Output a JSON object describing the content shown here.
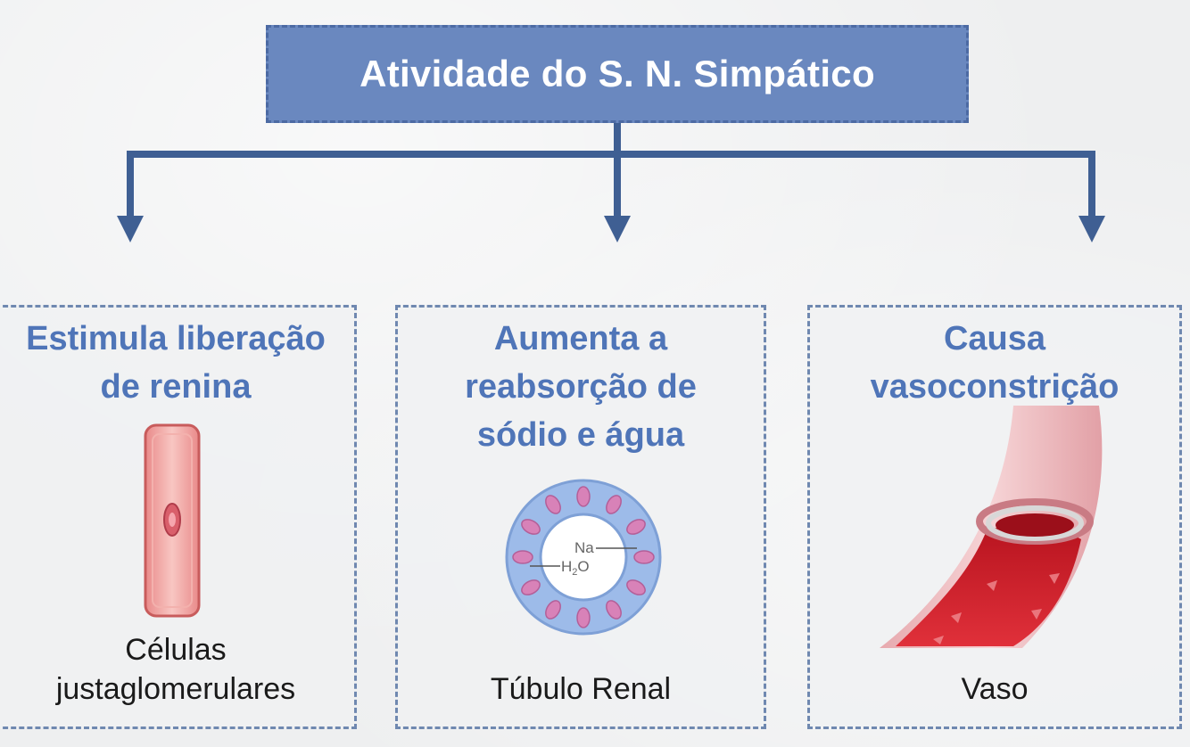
{
  "title": "Atividade do S. N. Simpático",
  "panels": [
    {
      "heading_lines": [
        "Estimula liberação",
        "de renina"
      ],
      "caption_lines": [
        "Células",
        "justaglomerulares"
      ],
      "illustration": "juxtaglomerular-cell"
    },
    {
      "heading_lines": [
        "Aumenta a",
        "reabsorção de",
        "sódio e água"
      ],
      "caption_lines": [
        "Túbulo Renal"
      ],
      "illustration": "renal-tubule",
      "tubule_labels": {
        "na": "Na",
        "h2o": "H",
        "h2o_sub": "2",
        "h2o_tail": "O"
      }
    },
    {
      "heading_lines": [
        "Causa",
        "vasoconstrição"
      ],
      "caption_lines": [
        "Vaso"
      ],
      "illustration": "blood-vessel"
    }
  ],
  "colors": {
    "title_fill": "#6a88bf",
    "connector": "#3f5f93",
    "heading_text": "#4f75b8",
    "panel_border": "#6f88b0"
  }
}
